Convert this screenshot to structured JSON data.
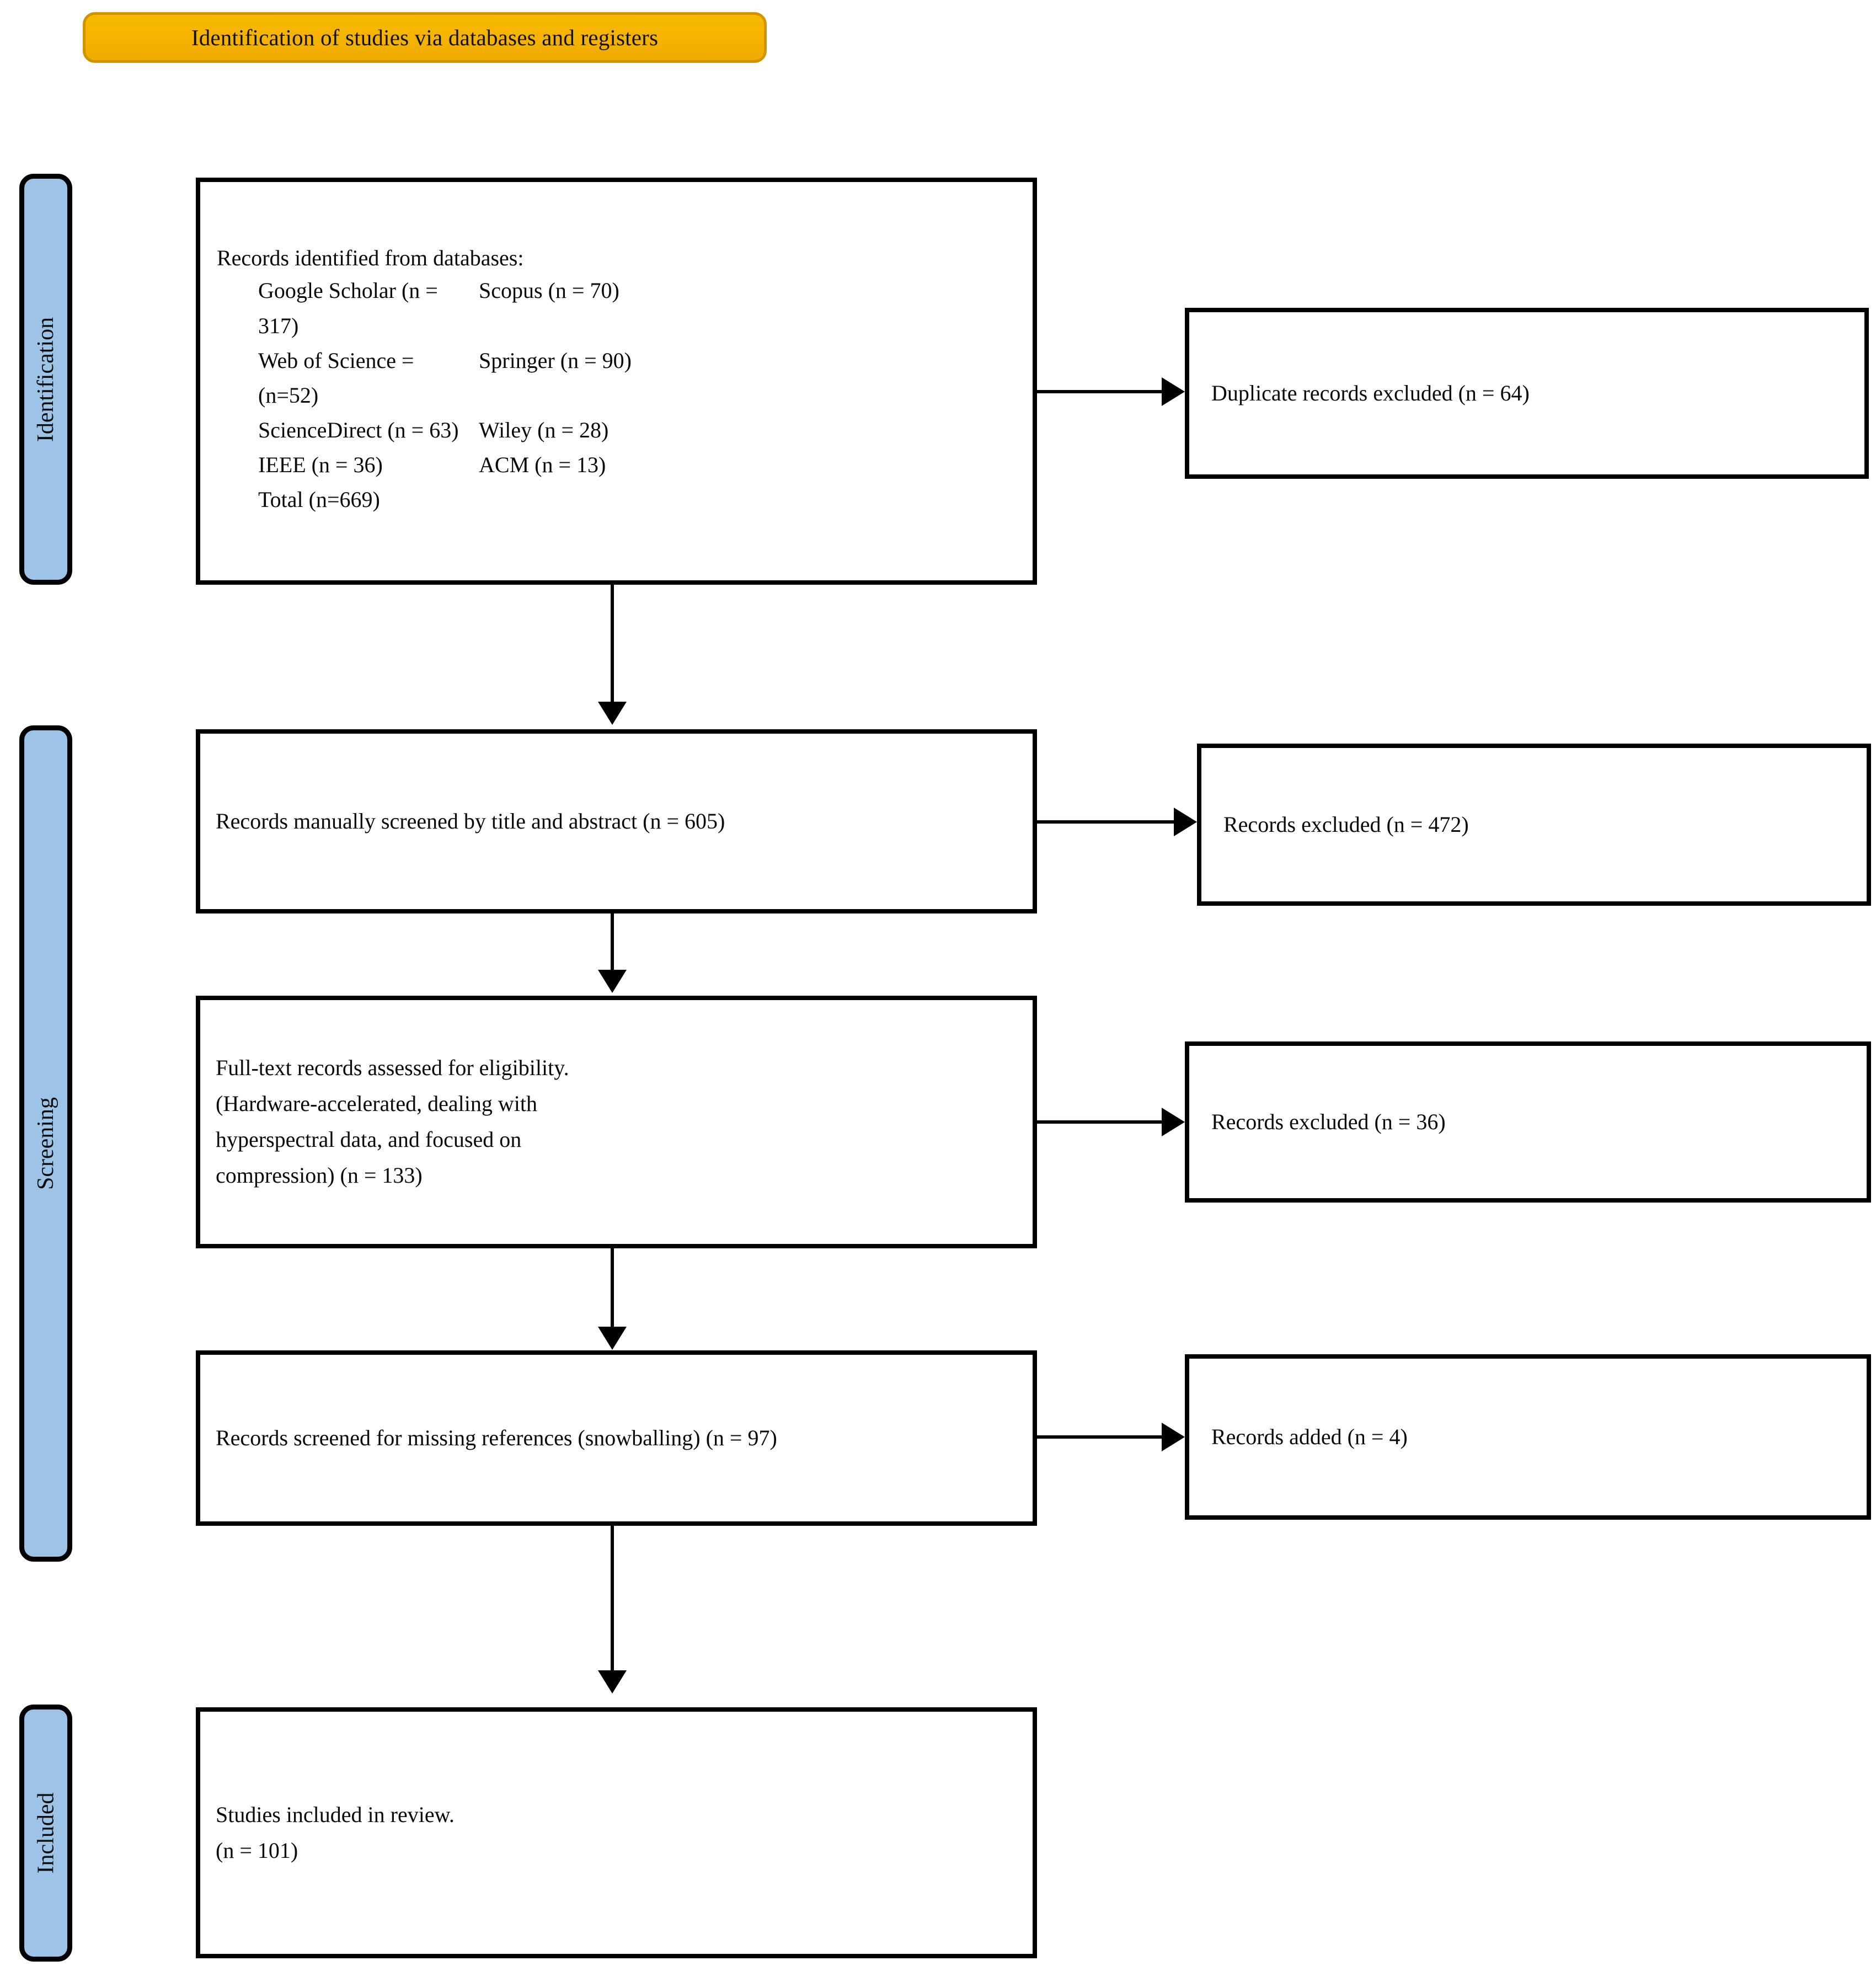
{
  "header": {
    "title": "Identification of studies via databases and registers",
    "background_color": "#f5b301"
  },
  "stages": [
    {
      "id": "identification",
      "label": "Identification",
      "color": "#9dc3e6"
    },
    {
      "id": "screening",
      "label": "Screening",
      "color": "#9dc3e6"
    },
    {
      "id": "included",
      "label": "Included",
      "color": "#9dc3e6"
    }
  ],
  "identification_box": {
    "intro": "Records identified from databases:",
    "sources": [
      {
        "left": "Google Scholar (n = 317)",
        "right": "Scopus (n = 70)"
      },
      {
        "left": "Web of Science = (n=52)",
        "right": "Springer (n = 90)"
      },
      {
        "left": "ScienceDirect (n = 63)",
        "right": "Wiley (n = 28)"
      },
      {
        "left": "IEEE (n = 36)",
        "right": "ACM (n = 13)"
      }
    ],
    "total": "Total (n=669)"
  },
  "flow": {
    "screened": "Records manually screened by title and abstract (n = 605)",
    "fulltext": "Full-text records assessed for eligibility. (Hardware-accelerated, dealing with hyperspectral data, and focused on compression) (n = 133)",
    "fulltext_lines": [
      "Full-text records assessed for eligibility.",
      "(Hardware-accelerated, dealing with",
      "hyperspectral data, and focused on",
      "compression) (n = 133)"
    ],
    "snowballing": "Records screened for missing references (snowballing) (n = 97)",
    "included_lines": [
      "Studies included in review.",
      "(n = 101)"
    ]
  },
  "side_boxes": {
    "duplicates_excluded": "Duplicate records excluded (n = 64)",
    "records_excluded_screening": "Records excluded (n = 472)",
    "records_excluded_fulltext": "Records excluded (n = 36)",
    "records_added": "Records added (n = 4)"
  },
  "chart_data": {
    "type": "diagram",
    "title": "Identification of studies via databases and registers",
    "nodes": [
      {
        "id": "identified",
        "stage": "Identification",
        "label": "Records identified from databases",
        "n": 669
      },
      {
        "id": "duplicates",
        "stage": "Identification",
        "label": "Duplicate records excluded",
        "n": 64
      },
      {
        "id": "screened",
        "stage": "Screening",
        "label": "Records manually screened by title and abstract",
        "n": 605
      },
      {
        "id": "excluded472",
        "stage": "Screening",
        "label": "Records excluded",
        "n": 472
      },
      {
        "id": "fulltext",
        "stage": "Screening",
        "label": "Full-text records assessed for eligibility",
        "n": 133
      },
      {
        "id": "excluded36",
        "stage": "Screening",
        "label": "Records excluded",
        "n": 36
      },
      {
        "id": "snowballing",
        "stage": "Screening",
        "label": "Records screened for missing references (snowballing)",
        "n": 97
      },
      {
        "id": "added4",
        "stage": "Screening",
        "label": "Records added",
        "n": 4
      },
      {
        "id": "included",
        "stage": "Included",
        "label": "Studies included in review",
        "n": 101
      }
    ],
    "database_counts": {
      "Google Scholar": 317,
      "Scopus": 70,
      "Web of Science": 52,
      "Springer": 90,
      "ScienceDirect": 63,
      "Wiley": 28,
      "IEEE": 36,
      "ACM": 13,
      "Total": 669
    },
    "edges": [
      {
        "from": "identified",
        "to": "duplicates",
        "direction": "right"
      },
      {
        "from": "identified",
        "to": "screened",
        "direction": "down"
      },
      {
        "from": "screened",
        "to": "excluded472",
        "direction": "right"
      },
      {
        "from": "screened",
        "to": "fulltext",
        "direction": "down"
      },
      {
        "from": "fulltext",
        "to": "excluded36",
        "direction": "right"
      },
      {
        "from": "fulltext",
        "to": "snowballing",
        "direction": "down"
      },
      {
        "from": "snowballing",
        "to": "added4",
        "direction": "right"
      },
      {
        "from": "snowballing",
        "to": "included",
        "direction": "down"
      }
    ]
  }
}
